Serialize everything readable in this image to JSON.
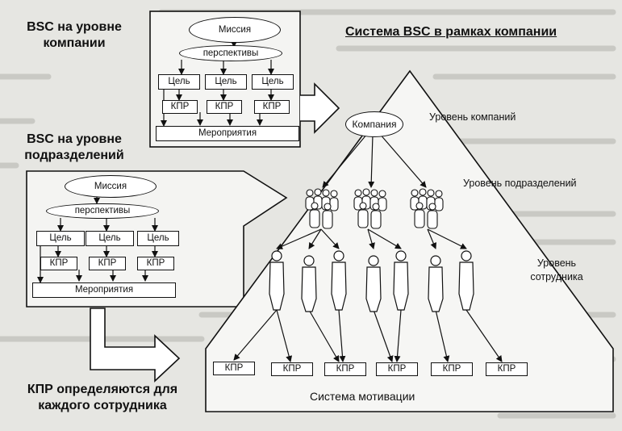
{
  "title": "Система BSC в рамках компании",
  "left_panel": {
    "company_heading": [
      "BSC на уровне",
      "компании"
    ],
    "division_heading": [
      "BSC на уровне",
      "подразделений"
    ],
    "kpi_heading": [
      "КПР определяются для",
      "каждого сотрудника"
    ],
    "mission": "Миссия",
    "perspectives": "перспективы",
    "goal": "Цель",
    "kpi": "КПР",
    "activities": "Мероприятия"
  },
  "pyramid": {
    "company": "Компания",
    "level_company": "Уровень компаний",
    "level_divisions": "Уровень подразделений",
    "level_employee": [
      "Уровень",
      "сотрудника"
    ],
    "kpi": "КПР",
    "motivation": "Система мотивации"
  }
}
